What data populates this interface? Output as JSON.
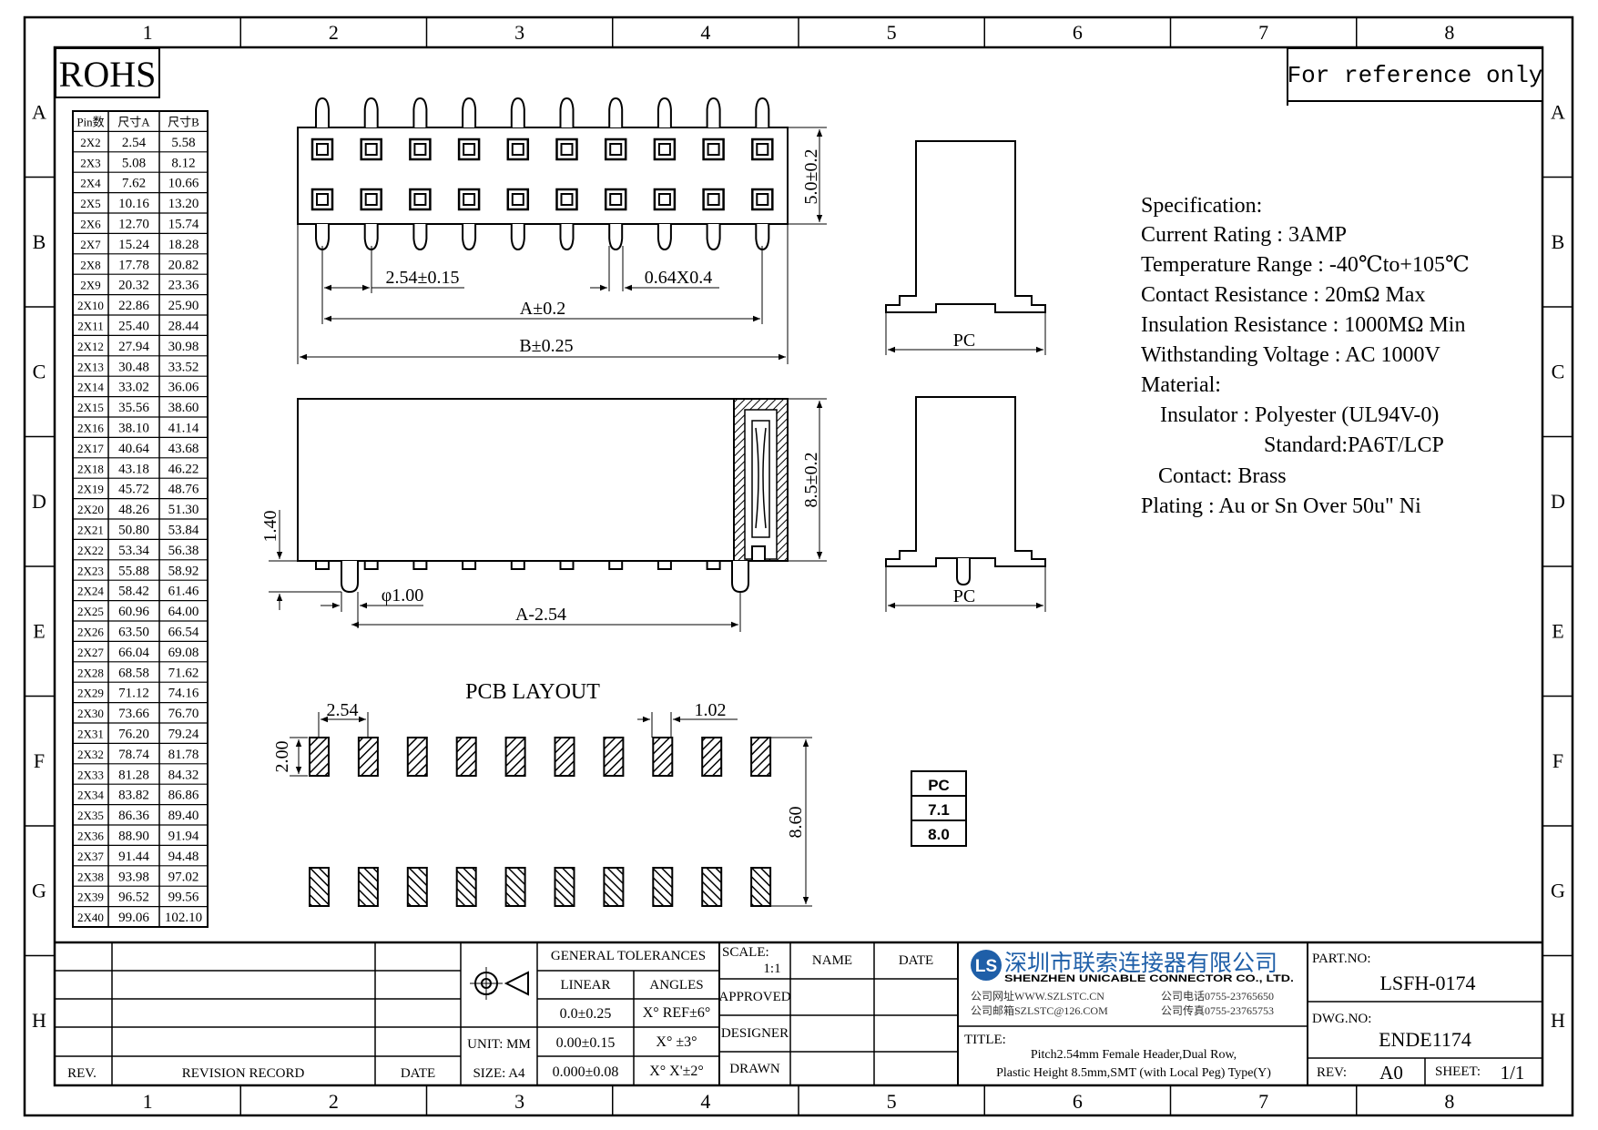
{
  "frame": {
    "columns": [
      "1",
      "2",
      "3",
      "4",
      "5",
      "6",
      "7",
      "8"
    ],
    "rows": [
      "A",
      "B",
      "C",
      "D",
      "E",
      "F",
      "G",
      "H"
    ]
  },
  "rohs": "ROHS",
  "reference_note": "For reference only",
  "pin_table": {
    "headers": [
      "Pin数",
      "尺寸A",
      "尺寸B"
    ],
    "rows": [
      [
        "2X2",
        "2.54",
        "5.58"
      ],
      [
        "2X3",
        "5.08",
        "8.12"
      ],
      [
        "2X4",
        "7.62",
        "10.66"
      ],
      [
        "2X5",
        "10.16",
        "13.20"
      ],
      [
        "2X6",
        "12.70",
        "15.74"
      ],
      [
        "2X7",
        "15.24",
        "18.28"
      ],
      [
        "2X8",
        "17.78",
        "20.82"
      ],
      [
        "2X9",
        "20.32",
        "23.36"
      ],
      [
        "2X10",
        "22.86",
        "25.90"
      ],
      [
        "2X11",
        "25.40",
        "28.44"
      ],
      [
        "2X12",
        "27.94",
        "30.98"
      ],
      [
        "2X13",
        "30.48",
        "33.52"
      ],
      [
        "2X14",
        "33.02",
        "36.06"
      ],
      [
        "2X15",
        "35.56",
        "38.60"
      ],
      [
        "2X16",
        "38.10",
        "41.14"
      ],
      [
        "2X17",
        "40.64",
        "43.68"
      ],
      [
        "2X18",
        "43.18",
        "46.22"
      ],
      [
        "2X19",
        "45.72",
        "48.76"
      ],
      [
        "2X20",
        "48.26",
        "51.30"
      ],
      [
        "2X21",
        "50.80",
        "53.84"
      ],
      [
        "2X22",
        "53.34",
        "56.38"
      ],
      [
        "2X23",
        "55.88",
        "58.92"
      ],
      [
        "2X24",
        "58.42",
        "61.46"
      ],
      [
        "2X25",
        "60.96",
        "64.00"
      ],
      [
        "2X26",
        "63.50",
        "66.54"
      ],
      [
        "2X27",
        "66.04",
        "69.08"
      ],
      [
        "2X28",
        "68.58",
        "71.62"
      ],
      [
        "2X29",
        "71.12",
        "74.16"
      ],
      [
        "2X30",
        "73.66",
        "76.70"
      ],
      [
        "2X31",
        "76.20",
        "79.24"
      ],
      [
        "2X32",
        "78.74",
        "81.78"
      ],
      [
        "2X33",
        "81.28",
        "84.32"
      ],
      [
        "2X34",
        "83.82",
        "86.86"
      ],
      [
        "2X35",
        "86.36",
        "89.40"
      ],
      [
        "2X36",
        "88.90",
        "91.94"
      ],
      [
        "2X37",
        "91.44",
        "94.48"
      ],
      [
        "2X38",
        "93.98",
        "97.02"
      ],
      [
        "2X39",
        "96.52",
        "99.56"
      ],
      [
        "2X40",
        "99.06",
        "102.10"
      ]
    ]
  },
  "top_view": {
    "pitch": "2.54±0.15",
    "pin_size": "0.64X0.4",
    "dim_a": "A±0.2",
    "dim_b": "B±0.25",
    "height": "5.0±0.2"
  },
  "front_view": {
    "height": "8.5±0.2",
    "standoff": "1.40",
    "peg_diameter": "φ1.00",
    "peg_span": "A-2.54"
  },
  "side_view": {
    "label_top": "PC",
    "label_bottom": "PC"
  },
  "pcb_layout": {
    "title": "PCB LAYOUT",
    "pitch": "2.54",
    "pad_width": "1.02",
    "pad_length": "2.00",
    "row_span": "8.60"
  },
  "pc_table": {
    "header": "PC",
    "values": [
      "7.1",
      "8.0"
    ]
  },
  "specification": {
    "title": "Specification:",
    "lines": [
      "Current Rating : 3AMP",
      "Temperature Range : -40℃to+105℃",
      "Contact Resistance : 20mΩ Max",
      "Insulation Resistance : 1000MΩ Min",
      "Withstanding Voltage : AC 1000V",
      "Material:",
      "Insulator : Polyester (UL94V-0)",
      "Standard:PA6T/LCP",
      "Contact: Brass",
      "Plating : Au or Sn Over 50u\" Ni"
    ]
  },
  "title_block": {
    "rev_label": "REV.",
    "revision_record_label": "REVISION RECORD",
    "date_label": "DATE",
    "unit_label": "UNIT: MM",
    "size_label": "SIZE: A4",
    "general_tolerances": "GENERAL TOLERANCES",
    "linear_label": "LINEAR",
    "angles_label": "ANGLES",
    "linear_values": [
      "0.0±0.25",
      "0.00±0.15",
      "0.000±0.08"
    ],
    "angle_values": [
      "X° REF±6°",
      "X° ±3°",
      "X° X'±2°"
    ],
    "scale_label": "SCALE:",
    "scale_value": "1:1",
    "name_label": "NAME",
    "date2_label": "DATE",
    "approved_label": "APPROVED",
    "designer_label": "DESIGNER",
    "drawn_label": "DRAWN",
    "company_logo": "LS",
    "company_cn": "深圳市联索连接器有限公司",
    "company_en": "SHENZHEN UNICABLE CONNECTOR CO., LTD.",
    "website": "公司网址WWW.SZLSTC.CN",
    "email": "公司邮箱SZLSTC@126.COM",
    "phone": "公司电话0755-23765650",
    "fax": "公司传真0755-23765753",
    "title_label": "TITLE:",
    "title_line1": "Pitch2.54mm Female Header,Dual Row,",
    "title_line2": "Plastic Height 8.5mm,SMT (with Local Peg) Type(Y)",
    "part_no_label": "PART.NO:",
    "part_no": "LSFH-0174",
    "dwg_no_label": "DWG.NO:",
    "dwg_no": "ENDE1174",
    "rev2_label": "REV:",
    "rev_value": "A0",
    "sheet_label": "SHEET:",
    "sheet_value": "1/1"
  }
}
